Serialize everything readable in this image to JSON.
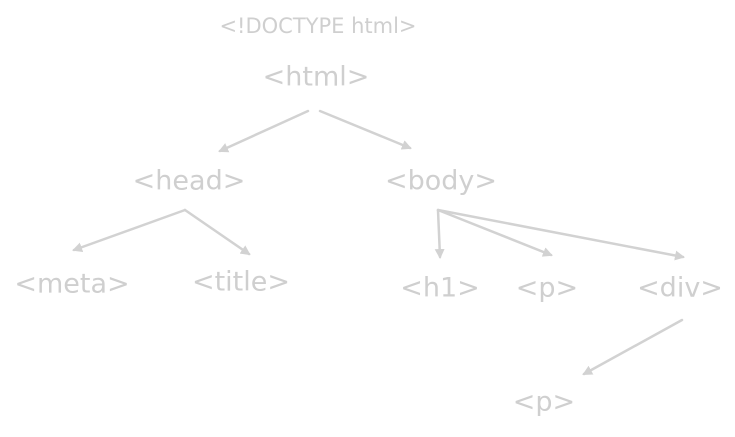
{
  "colors": {
    "ink": "#cfcfcf",
    "edge": "#d2d2d2"
  },
  "doctype": "<!DOCTYPE html>",
  "nodes": {
    "html": "<html>",
    "head": "<head>",
    "body": "<body>",
    "meta": "<meta>",
    "title": "<title>",
    "h1": "<h1>",
    "p": "<p>",
    "div": "<div>",
    "div_p": "<p>"
  },
  "edges": [
    {
      "from": "html",
      "to": "head"
    },
    {
      "from": "html",
      "to": "body"
    },
    {
      "from": "head",
      "to": "meta"
    },
    {
      "from": "head",
      "to": "title"
    },
    {
      "from": "body",
      "to": "h1"
    },
    {
      "from": "body",
      "to": "p"
    },
    {
      "from": "body",
      "to": "div"
    },
    {
      "from": "div",
      "to": "div_p"
    }
  ]
}
